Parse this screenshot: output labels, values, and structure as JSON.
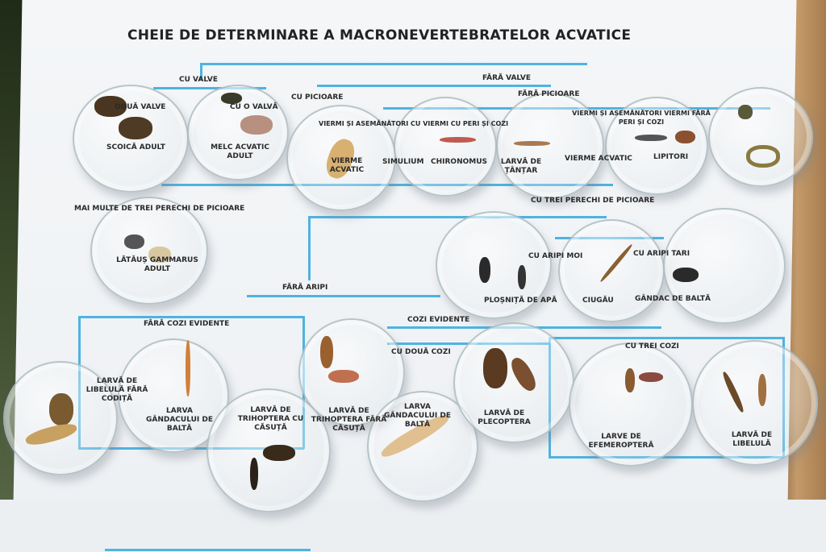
{
  "poster": {
    "title": "CHEIE DE DETERMINARE A MACRONEVERTEBRATELOR ACVATICE",
    "branches": {
      "cu_valve": "CU VALVE",
      "fara_valve": "FĂRĂ VALVE",
      "doua_valve": "DOUĂ VALVE",
      "o_valva": "CU O VALVĂ",
      "cu_picioare": "CU PICIOARE",
      "fara_picioare": "FĂRĂ PICIOARE",
      "viermi_asemanatori": "VIERMI ȘI ASEMĂNĂTORI CU VIERMI CU PERI ȘI COZI",
      "viermi_fara": "VIERMI ȘI ASEMĂNĂTORI VIERMI FĂRĂ PERI ȘI COZI",
      "mai_multe": "MAI MULTE DE TREI PERECHI DE PICIOARE",
      "trei_perechi": "CU TREI PERECHI DE PICIOARE",
      "fara_aripi": "FĂRĂ ARIPI",
      "aripi_moi": "CU ARIPI MOI",
      "aripi_tari": "CU ARIPI TARI",
      "fara_cozi": "FĂRĂ COZI EVIDENTE",
      "cozi_evidente": "COZI EVIDENTE",
      "doua_cozi": "CU DOUĂ COZI",
      "trei_cozi": "CU TREI COZI"
    },
    "species": {
      "scoica": "SCOICĂ ADULT",
      "melc": "MELC ACVATIC ADULT",
      "vierme1": "VIERME ACVATIC",
      "simulium": "SIMULIUM",
      "chironomus": "CHIRONOMUS",
      "tantar": "LARVĂ DE ȚÂNȚAR",
      "vierme2": "VIERME ACVATIC",
      "lipitori": "LIPITORI",
      "gammarus": "LĂTĂUȘ GAMMARUS ADULT",
      "plosnita": "PLOȘNIȚĂ DE APĂ",
      "tipulau": "CIUGĂU",
      "gandac_balta": "GÂNDAC DE BALTĂ",
      "libelula": "LARVĂ DE LIBELULĂ FĂRĂ CODIȚĂ",
      "larva_gandac": "LARVA GÂNDACULUI DE BALTĂ",
      "trihoptera_casuta": "LARVĂ DE TRIHOPTERA CU CĂSUȚĂ",
      "trihoptera_fara": "LARVĂ DE TRIHOPTERA FĂRĂ CĂSUȚĂ",
      "larva_gandac2": "LARVA GÂNDACULUI DE BALTĂ",
      "plecoptera": "LARVĂ DE PLECOPTERA",
      "efemeroptera": "LARVE DE EFEMEROPTERĂ",
      "libelula2": "LARVĂ DE LIBELULĂ"
    },
    "colors": {
      "line": "#4fb3e0",
      "paper": "#f2f4f6",
      "text": "#2a2a2a"
    }
  }
}
